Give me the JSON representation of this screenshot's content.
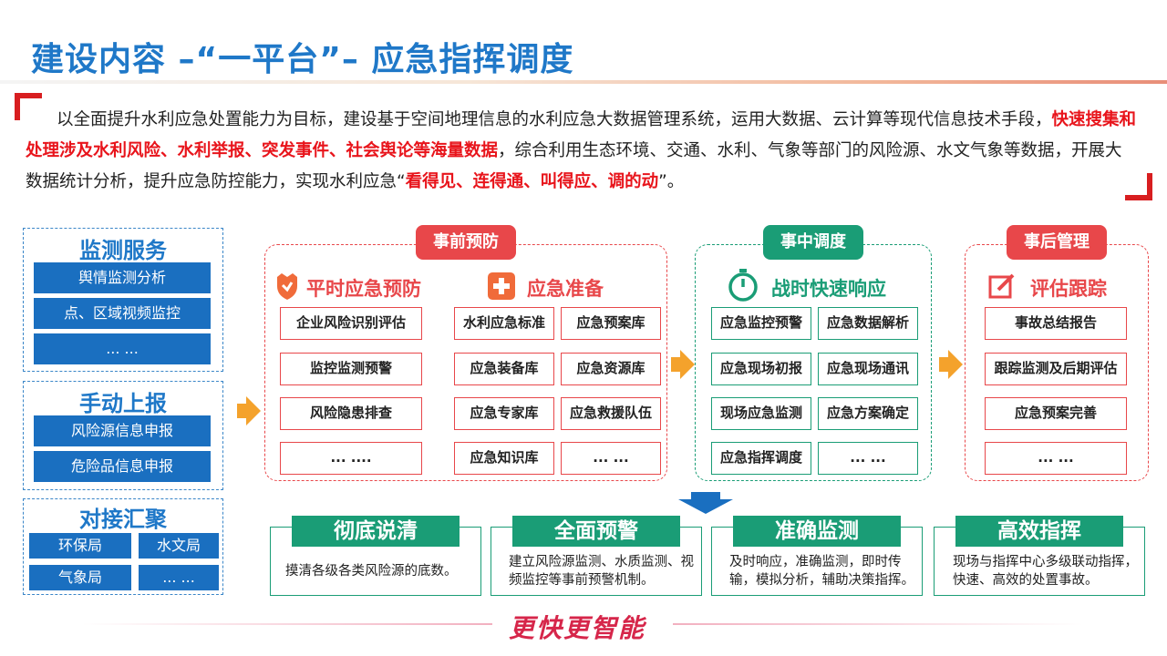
{
  "title": "建设内容 –“一平台”– 应急指挥调度",
  "intro": {
    "p1": "以全面提升水利应急处置能力为目标，建设基于空间地理信息的水利应急大数据管理系统，运用大数据、云计算等现代信息技术手段，",
    "r1": "快速搜集和处理涉及水利风险、水利举报、突发事件、社会舆论等海量数据",
    "p2": "，综合利用生态环境、交通、水利、气象等部门的风险源、水文气象等数据，开展大数据统计分析，提升应急防控能力，实现水利应急“",
    "r2": "看得见、连得通、叫得应、调的动",
    "p3": "”。"
  },
  "left": {
    "monitor": {
      "title": "监测服务",
      "items": [
        "舆情监测分析",
        "点、区域视频监控",
        "... ..."
      ]
    },
    "manual": {
      "title": "手动上报",
      "items": [
        "风险源信息申报",
        "危险品信息申报"
      ]
    },
    "dock": {
      "title": "对接汇聚",
      "items": [
        "环保局",
        "水文局",
        "气象局",
        "... ..."
      ]
    }
  },
  "before": {
    "badge": "事前预防",
    "sub1": "平时应急预防",
    "sub2": "应急准备",
    "col1": [
      "企业风险识别评估",
      "监控监测预警",
      "风险隐患排查",
      "... ...."
    ],
    "col2": [
      "水利应急标准",
      "应急装备库",
      "应急专家库",
      "应急知识库"
    ],
    "col3": [
      "应急预案库",
      "应急资源库",
      "应急救援队伍",
      "... ..."
    ]
  },
  "during": {
    "badge": "事中调度",
    "sub": "战时快速响应",
    "col1": [
      "应急监控预警",
      "应急现场初报",
      "现场应急监测",
      "应急指挥调度"
    ],
    "col2": [
      "应急数据解析",
      "应急现场通讯",
      "应急方案确定",
      "... ..."
    ]
  },
  "after": {
    "badge": "事后管理",
    "sub": "评估跟踪",
    "col1": [
      "事故总结报告",
      "跟踪监测及后期评估",
      "应急预案完善",
      "... ..."
    ]
  },
  "cards": [
    {
      "title": "彻底说清",
      "text": "摸清各级各类风险源的底数。"
    },
    {
      "title": "全面预警",
      "text": "建立风险源监测、水质监测、视频监控等事前预警机制。"
    },
    {
      "title": "准确监测",
      "text": "及时响应，准确监测，即时传输，模拟分析，辅助决策指挥。"
    },
    {
      "title": "高效指挥",
      "text": "现场与指挥中心多级联动指挥，快速、高效的处置事故。"
    }
  ],
  "slogan": "更快更智能",
  "colors": {
    "blue": "#1f78c8",
    "red": "#e8474a",
    "green": "#1a9d76",
    "orange": "#f4a22c"
  }
}
